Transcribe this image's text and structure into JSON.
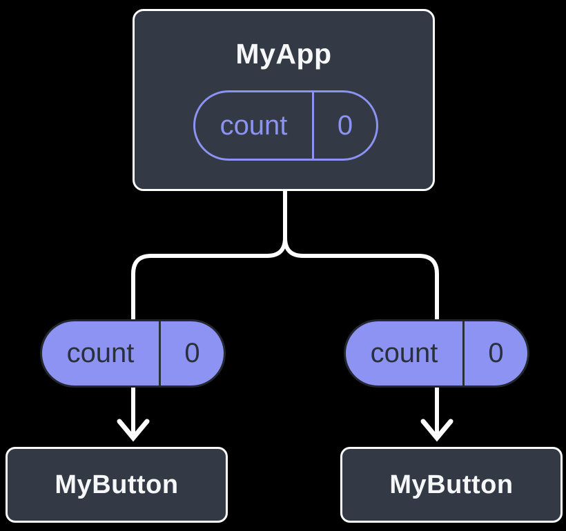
{
  "diagram": {
    "root_component": {
      "title": "MyApp",
      "state": {
        "name": "count",
        "value": "0"
      }
    },
    "props": [
      {
        "name": "count",
        "value": "0"
      },
      {
        "name": "count",
        "value": "0"
      }
    ],
    "children": [
      {
        "title": "MyButton"
      },
      {
        "title": "MyButton"
      }
    ],
    "colors": {
      "background": "#000000",
      "card_fill": "#333A46",
      "card_border": "#FFFFFF",
      "accent_purple": "#8C93F2",
      "dark_ink": "#23272F",
      "connector": "#FFFFFF"
    }
  }
}
